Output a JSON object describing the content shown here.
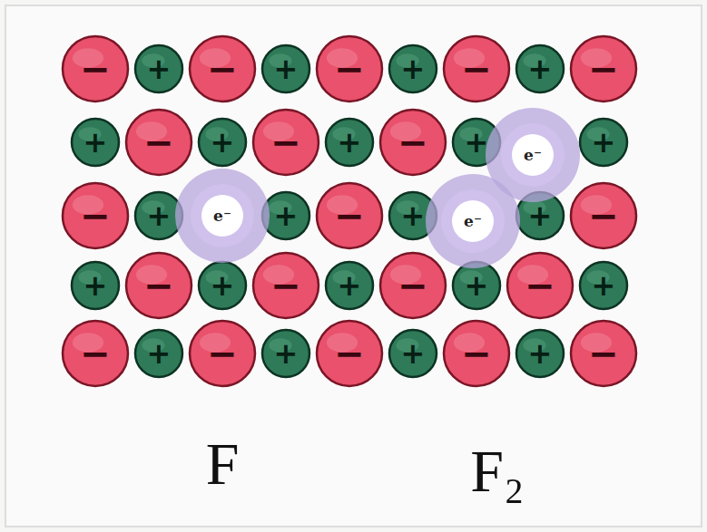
{
  "diagram": {
    "nodes": [
      {
        "text": [
          "−"
        ]
      },
      {
        "text": [
          "+"
        ]
      },
      {
        "text": [
          "−"
        ]
      },
      {
        "text": [
          "+"
        ]
      },
      {
        "text": [
          "−"
        ]
      },
      {
        "text": [
          "+"
        ]
      },
      {
        "text": [
          "−"
        ]
      },
      {
        "text": [
          "+"
        ]
      },
      {
        "text": [
          "−"
        ]
      },
      {
        "text": [
          "+"
        ]
      },
      {
        "text": [
          "−"
        ]
      },
      {
        "text": [
          "+"
        ]
      },
      {
        "text": [
          "−"
        ]
      },
      {
        "text": [
          "+"
        ]
      },
      {
        "text": [
          "−"
        ]
      },
      {
        "text": [
          "+"
        ]
      },
      {
        "text": [
          "e⁻"
        ]
      },
      {
        "text": [
          "+"
        ]
      },
      {
        "text": [
          "−"
        ]
      },
      {
        "text": [
          "+"
        ]
      },
      {
        "text": [
          "e⁻"
        ]
      },
      {
        "text": [
          "+"
        ]
      },
      {
        "text": [
          "−"
        ]
      },
      {
        "text": [
          "+"
        ]
      },
      {
        "text": [
          "e⁻"
        ]
      },
      {
        "text": [
          "+"
        ]
      },
      {
        "text": [
          "−"
        ]
      },
      {
        "text": [
          "+"
        ]
      },
      {
        "text": [
          "−"
        ]
      },
      {
        "text": [
          "+"
        ]
      },
      {
        "text": [
          "−"
        ]
      },
      {
        "text": [
          "+"
        ]
      },
      {
        "text": [
          "−"
        ]
      },
      {
        "text": [
          "+"
        ]
      },
      {
        "text": [
          "−"
        ]
      },
      {
        "text": [
          "+"
        ]
      },
      {
        "text": [
          "−"
        ]
      },
      {
        "text": [
          "+"
        ]
      },
      {
        "text": [
          "−"
        ]
      },
      {
        "text": [
          "+"
        ]
      },
      {
        "text": [
          "−"
        ]
      },
      {
        "text": [
          "+"
        ]
      },
      {
        "text": [
          "−"
        ]
      },
      {
        "text": [
          "+"
        ]
      },
      {
        "text": [
          "−"
        ]
      }
    ],
    "labels": [
      "F",
      "F₂"
    ]
  }
}
